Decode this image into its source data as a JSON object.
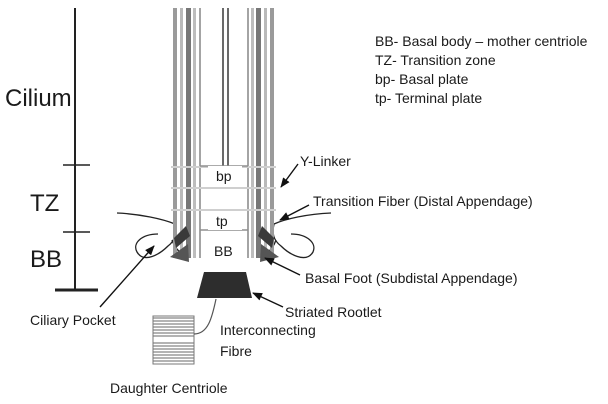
{
  "scale": {
    "cilium": "Cilium",
    "tz": "TZ",
    "bb": "BB"
  },
  "inner": {
    "bp": "bp",
    "tp": "tp",
    "bb": "BB"
  },
  "legend": {
    "line1": "BB- Basal body – mother centriole",
    "line2": "TZ- Transition zone",
    "line3": "bp- Basal plate",
    "line4": "tp- Terminal plate"
  },
  "labels": {
    "y_linker": "Y-Linker",
    "transition_fiber": "Transition Fiber (Distal Appendage)",
    "basal_foot": "Basal Foot (Subdistal Appendage)",
    "striated_rootlet": "Striated Rootlet",
    "ciliary_pocket": "Ciliary Pocket",
    "interconnecting_1": "Interconnecting",
    "interconnecting_2": "Fibre",
    "daughter_centriole": "Daughter Centriole"
  }
}
